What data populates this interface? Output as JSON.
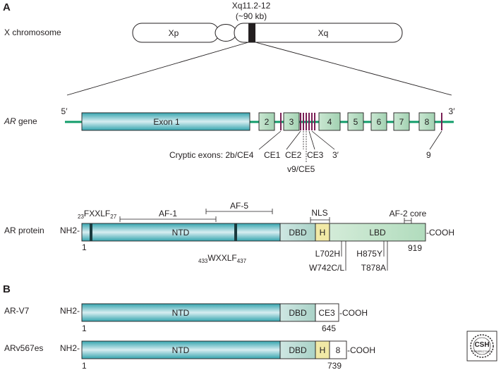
{
  "panels": {
    "a": "A",
    "b": "B"
  },
  "chromosome": {
    "label": "X chromosome",
    "locus": "Xq11.2-12",
    "size": "(~90 kb)",
    "arm_p": "Xp",
    "arm_q": "Xq"
  },
  "gene": {
    "label_italic": "AR",
    "label_rest": " gene",
    "end5": "5′",
    "end3": "3′",
    "exon1": "Exon 1",
    "exons": [
      "2",
      "3",
      "4",
      "5",
      "6",
      "7",
      "8"
    ],
    "cryptic_prefix": "Cryptic exons: 2b/CE4",
    "ce1": "CE1",
    "ce2": "CE2",
    "ce3": "CE3",
    "c3prime": "3′",
    "v9": "v9/CE5",
    "nine": "9"
  },
  "protein": {
    "label": "AR protein",
    "nh2": "NH2-",
    "cooh": "-COOH",
    "ntd": "NTD",
    "dbd": "DBD",
    "h": "H",
    "lbd": "LBD",
    "start": "1",
    "end": "919",
    "af1": "AF-1",
    "af5": "AF-5",
    "nls": "NLS",
    "af2": "AF-2 core",
    "fxxlf_pre": "23",
    "fxxlf": "FXXLF",
    "fxxlf_post": "27",
    "wxxlf_pre": "433",
    "wxxlf": "WXXLF",
    "wxxlf_post": "437",
    "mut1": "L702H",
    "mut2": "W742C/L",
    "mut3": "H875Y",
    "mut4": "T878A"
  },
  "arv7": {
    "label": "AR-V7",
    "nh2": "NH2-",
    "ntd": "NTD",
    "dbd": "DBD",
    "ce3": "CE3",
    "cooh": "-COOH",
    "start": "1",
    "end": "645"
  },
  "arv567": {
    "label": "ARv567es",
    "nh2": "NH2-",
    "ntd": "NTD",
    "dbd": "DBD",
    "h": "H",
    "eight": "8",
    "cooh": "-COOH",
    "start": "1",
    "end": "739"
  },
  "logo": {
    "line1": "CSH",
    "line2": "PERSPECTIVES"
  },
  "colors": {
    "teal_dark": "#2f9ea8",
    "teal_light": "#d4ecef",
    "green_box": "#b7dcc3",
    "green_line": "#119c6a",
    "lbd_green": "#bfe2c7",
    "hinge": "#f1e9a6",
    "exon_mark": "#7a1f55"
  }
}
